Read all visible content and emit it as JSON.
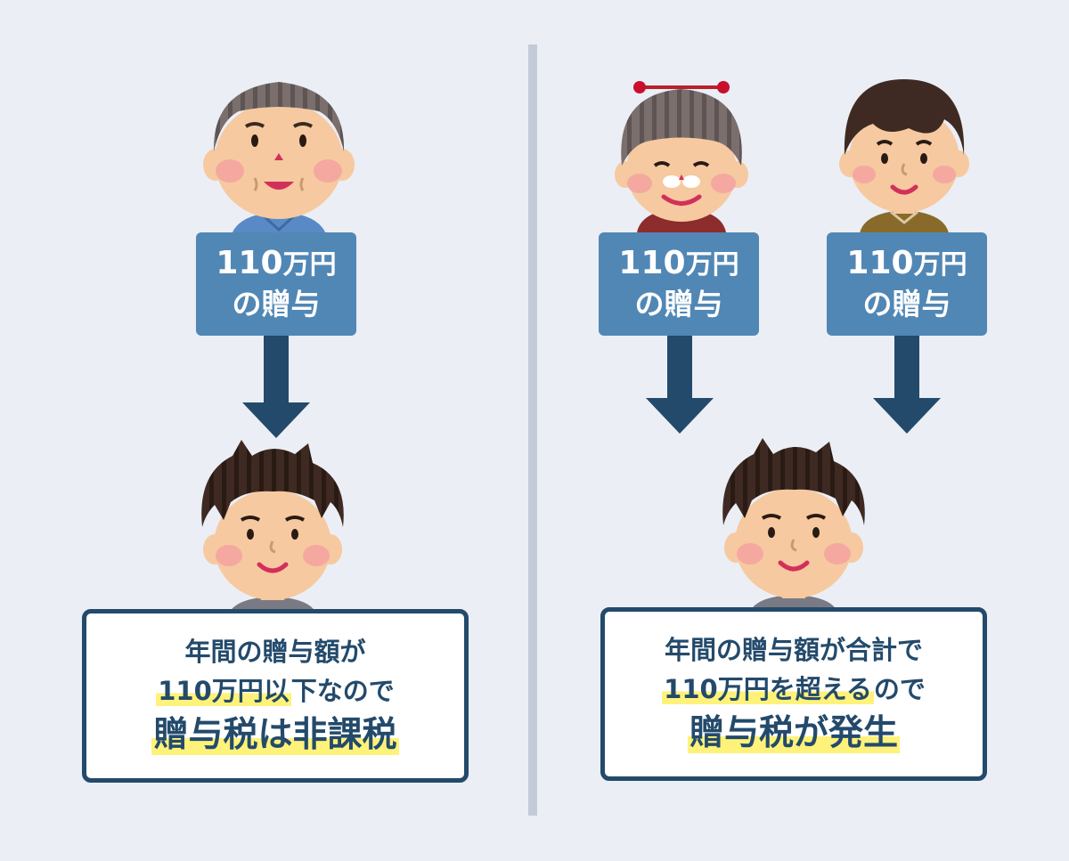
{
  "left": {
    "gift": {
      "amount": "110",
      "unit": "万円",
      "label": "の贈与"
    },
    "result": {
      "line1": "年間の贈与額が",
      "line2_highlight": "110万円以",
      "line2_rest": "下なので",
      "line3": "贈与税は非課税"
    }
  },
  "right": {
    "gifts": [
      {
        "amount": "110",
        "unit": "万円",
        "label": "の贈与"
      },
      {
        "amount": "110",
        "unit": "万円",
        "label": "の贈与"
      }
    ],
    "result": {
      "line1": "年間の贈与額が合計で",
      "line2_highlight": "110万円を超える",
      "line2_rest": "ので",
      "line3": "贈与税が発生"
    }
  },
  "colors": {
    "background": "#ebeef5",
    "divider": "#c3cbd8",
    "gift_box": "#5187b5",
    "arrow": "#234a6b",
    "result_border": "#234a6b",
    "highlight": "#fff27a"
  },
  "icons": {
    "grandfather": "grandfather-icon",
    "grandmother": "grandmother-icon",
    "parent": "parent-icon",
    "child": "child-icon"
  }
}
